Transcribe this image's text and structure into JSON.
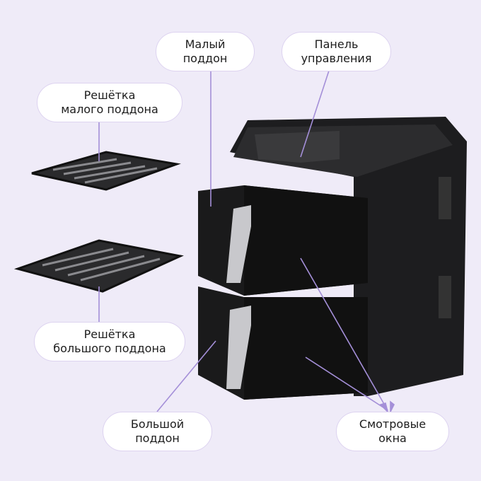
{
  "labels": {
    "small_tray": [
      "Малый",
      "поддон"
    ],
    "control_panel": [
      "Панель",
      "управления"
    ],
    "small_rack": [
      "Решётка",
      "малого поддона"
    ],
    "large_rack": [
      "Решётка",
      "большого поддона"
    ],
    "large_tray": [
      "Большой",
      "поддон"
    ],
    "viewing_windows": [
      "Смотровые",
      "окна"
    ]
  },
  "colors": {
    "background": "#efebf8",
    "line": "#a48fd8",
    "body": "#1e1e20"
  }
}
